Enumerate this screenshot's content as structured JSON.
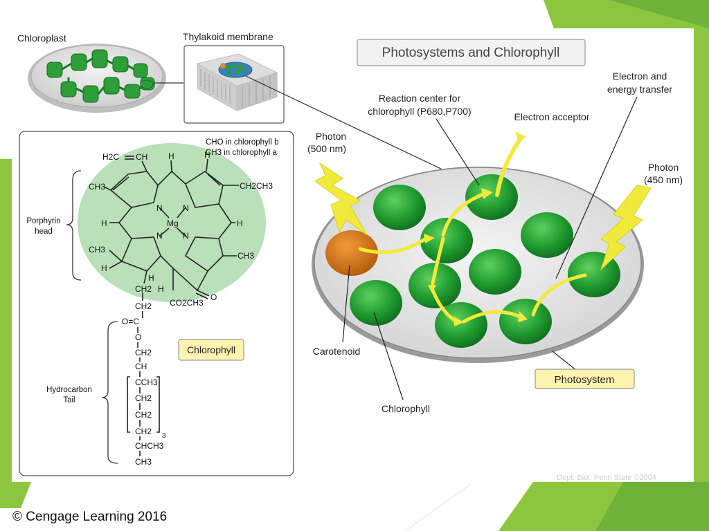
{
  "colors": {
    "accent_green": "#8cc63f",
    "dark_green": "#5aa02c",
    "chlorophyll_green": "#1f8f2c",
    "carotenoid_orange": "#cc6a10",
    "photon_yellow": "#f2ea3a",
    "label_box_yellow": "#fff3b0"
  },
  "chloroplast": {
    "label": "Chloroplast"
  },
  "thylakoid": {
    "label": "Thylakoid membrane"
  },
  "title": "Photosystems and Chlorophyll",
  "molecule": {
    "top_note_b": "CHO in chlorophyll b",
    "top_note_a": "CH3 in chlorophyll a",
    "porphyrin_label": "Porphyrin\nhead",
    "porphyrin_label_line1": "Porphyrin",
    "porphyrin_label_line2": "head",
    "tail_label_line1": "Hydrocarbon",
    "tail_label_line2": "Tail",
    "name_box": "Chlorophyll",
    "atoms": {
      "h2c": "H2C",
      "ch_top": "CH",
      "h_top": "H",
      "ch3_left": "CH3",
      "ch2ch3": "CH2CH3",
      "n": "N",
      "mg": "Mg",
      "h_left": "H",
      "h_right": "H",
      "ch3_left2": "CH3",
      "ch3_right2": "CH3",
      "h_left2": "H",
      "h_mid": "H",
      "ch2_1": "CH2",
      "ch2_2": "CH2",
      "h_co": "H",
      "co2ch3": "CO2CH3",
      "o_right": "O",
      "oc": "O=C",
      "o": "O",
      "ch2_3": "CH2",
      "ch": "CH",
      "cch3": "CCH3",
      "ch2_4": "CH2",
      "ch2_5": "CH2",
      "ch2_6": "CH2",
      "sub3": "3",
      "chch3": "CHCH3",
      "ch3_end": "CH3"
    }
  },
  "photosystem": {
    "photon_left": [
      "Photon",
      "(500 nm)"
    ],
    "photon_right": [
      "Photon",
      "(450 nm)"
    ],
    "reaction_center": [
      "Reaction center for",
      "chlorophyll (P680,P700)"
    ],
    "electron_acceptor": "Electron acceptor",
    "electron_transfer": [
      "Electron and",
      "energy transfer"
    ],
    "carotenoid": "Carotenoid",
    "chlorophyll": "Chlorophyll",
    "photosystem_box": "Photosystem"
  },
  "credit": "Dept. Biol. Penn State ©2004",
  "footer": "© Cengage Learning 2016"
}
